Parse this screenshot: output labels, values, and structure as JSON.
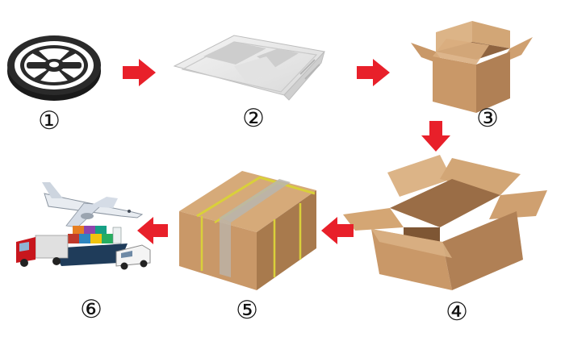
{
  "steps": [
    {
      "id": 1,
      "label": "①",
      "icon": "tape-reel-icon"
    },
    {
      "id": 2,
      "label": "②",
      "icon": "plastic-bag-icon"
    },
    {
      "id": 3,
      "label": "③",
      "icon": "open-carton-icon"
    },
    {
      "id": 4,
      "label": "④",
      "icon": "open-carton-large-icon"
    },
    {
      "id": 5,
      "label": "⑤",
      "icon": "sealed-carton-icon"
    },
    {
      "id": 6,
      "label": "⑥",
      "icon": "shipping-transport-icon"
    }
  ],
  "colors": {
    "arrow": "#e8202a",
    "cardboard": "#c99868",
    "cardboard_dark": "#a87a4d",
    "cardboard_light": "#dcb487",
    "tape_yellow": "#d9d03a",
    "tape_clear": "#b9b6ae"
  }
}
